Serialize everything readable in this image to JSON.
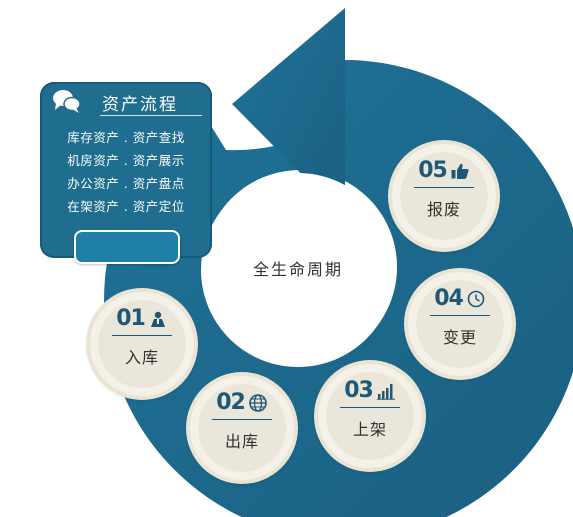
{
  "panel": {
    "icon": "chat-bubbles-icon",
    "title": "资产流程",
    "lines": [
      "库存资产 . 资产查找",
      "机房资产 . 资产展示",
      "办公资产 . 资产盘点",
      "在架资产 . 资产定位"
    ]
  },
  "center": {
    "label": "全生命周期"
  },
  "stages": [
    {
      "num": "01",
      "label": "入库",
      "icon": "person-icon"
    },
    {
      "num": "02",
      "label": "出库",
      "icon": "globe-icon"
    },
    {
      "num": "03",
      "label": "上架",
      "icon": "bar-chart-icon"
    },
    {
      "num": "04",
      "label": "变更",
      "icon": "clock-icon"
    },
    {
      "num": "05",
      "label": "报废",
      "icon": "thumbs-up-icon"
    }
  ],
  "colors": {
    "ring": "#1f6e8f",
    "ring_dark": "#175a77",
    "node_face": "#f4f1e8",
    "node_text": "#1d5878",
    "panel": "#1f6e8f"
  }
}
